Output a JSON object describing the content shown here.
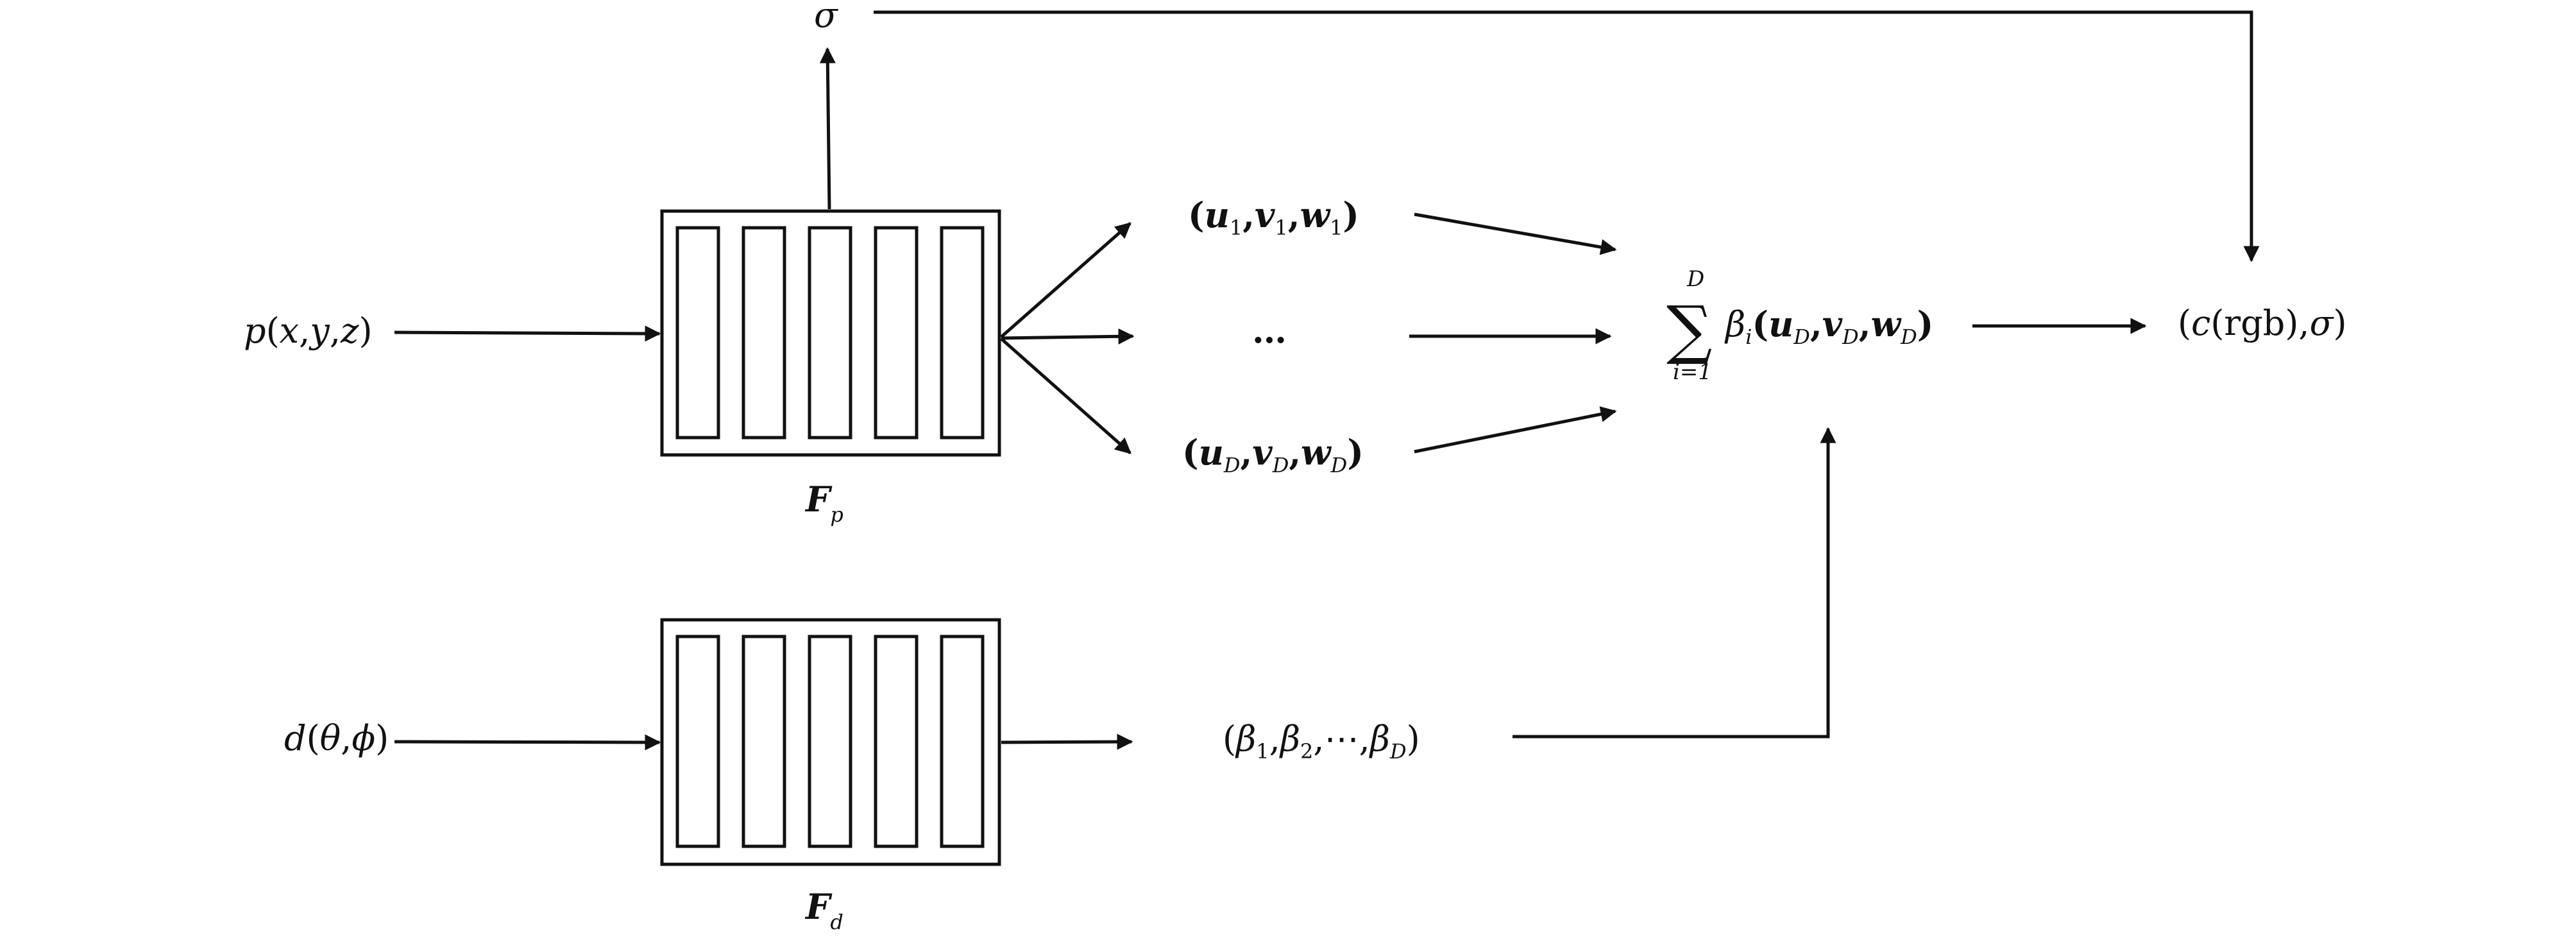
{
  "inputs": {
    "position": {
      "fn": "p",
      "lparen": "(",
      "a": "x",
      "c1": ",",
      "b": "y",
      "c2": ",",
      "c": "z",
      "rparen": ")"
    },
    "direction": {
      "fn": "d",
      "lparen": "(",
      "a": "θ",
      "c1": ",",
      "b": "ϕ",
      "rparen": ")"
    }
  },
  "networks": {
    "position": {
      "name": "F",
      "sub": "p",
      "cells": 5
    },
    "direction": {
      "name": "F",
      "sub": "d",
      "cells": 5
    }
  },
  "density": {
    "symbol": "σ"
  },
  "features": {
    "first": {
      "lparen": "(",
      "u": "u",
      "us": "1",
      "c1": ",",
      "v": "v",
      "vs": "1",
      "c2": ",",
      "w": "w",
      "ws": "1",
      "rparen": ")"
    },
    "ellipsis": "…",
    "last": {
      "lparen": "(",
      "u": "u",
      "us": "D",
      "c1": ",",
      "v": "v",
      "vs": "D",
      "c2": ",",
      "w": "w",
      "ws": "D",
      "rparen": ")"
    }
  },
  "weights": {
    "lparen": "(",
    "b1": "β",
    "s1": "1",
    "c1": ",",
    "b2": "β",
    "s2": "2",
    "c2": ",",
    "dots": "⋯",
    "c3": ",",
    "bD": "β",
    "sD": "D",
    "rparen": ")"
  },
  "aggregation": {
    "sigma": "∑",
    "upper": "D",
    "lower": "i=1",
    "beta": "β",
    "beta_sub": "i",
    "lparen": "(",
    "u": "u",
    "us": "D",
    "c1": ",",
    "v": "v",
    "vs": "D",
    "c2": ",",
    "w": "w",
    "ws": "D",
    "rparen": ")"
  },
  "output": {
    "lparen": "(",
    "c": "c",
    "rgb": "(rgb)",
    "comma": ",",
    "sigma": "σ",
    "rparen": ")"
  }
}
